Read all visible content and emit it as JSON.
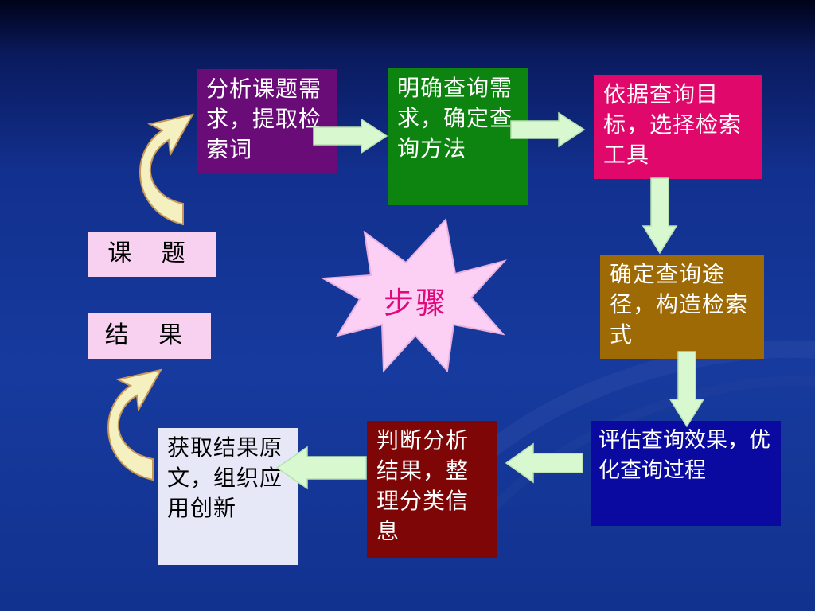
{
  "diagram": {
    "center_label": "步骤",
    "start_label": "课 题",
    "end_label": "结 果",
    "steps": [
      {
        "id": 1,
        "text": "分析课题需求，提取检索词",
        "color": "#6a0c78"
      },
      {
        "id": 2,
        "text": "明确查询需求，确定查询方法",
        "color": "#0e8410"
      },
      {
        "id": 3,
        "text": "依据查询目标，选择检索工具",
        "color": "#e0086a"
      },
      {
        "id": 4,
        "text": "确定查询途径，构造检索式",
        "color": "#9e6a06"
      },
      {
        "id": 5,
        "text": "评估查询效果，优化查询过程",
        "color": "#0a0aa0"
      },
      {
        "id": 6,
        "text": "判断分析结果，整理分类信息",
        "color": "#7e0606"
      },
      {
        "id": 7,
        "text": "获取结果原文，组织应用创新",
        "color": "#e6e8f8"
      }
    ],
    "colors": {
      "background": "#12308e",
      "arrow_fill": "#d8f8d0",
      "curved_arrow_fill": "#f4f0c0",
      "starburst_fill": "#fcd0f4",
      "center_text": "#e0087a",
      "tag_fill": "#f8d0f0"
    }
  }
}
